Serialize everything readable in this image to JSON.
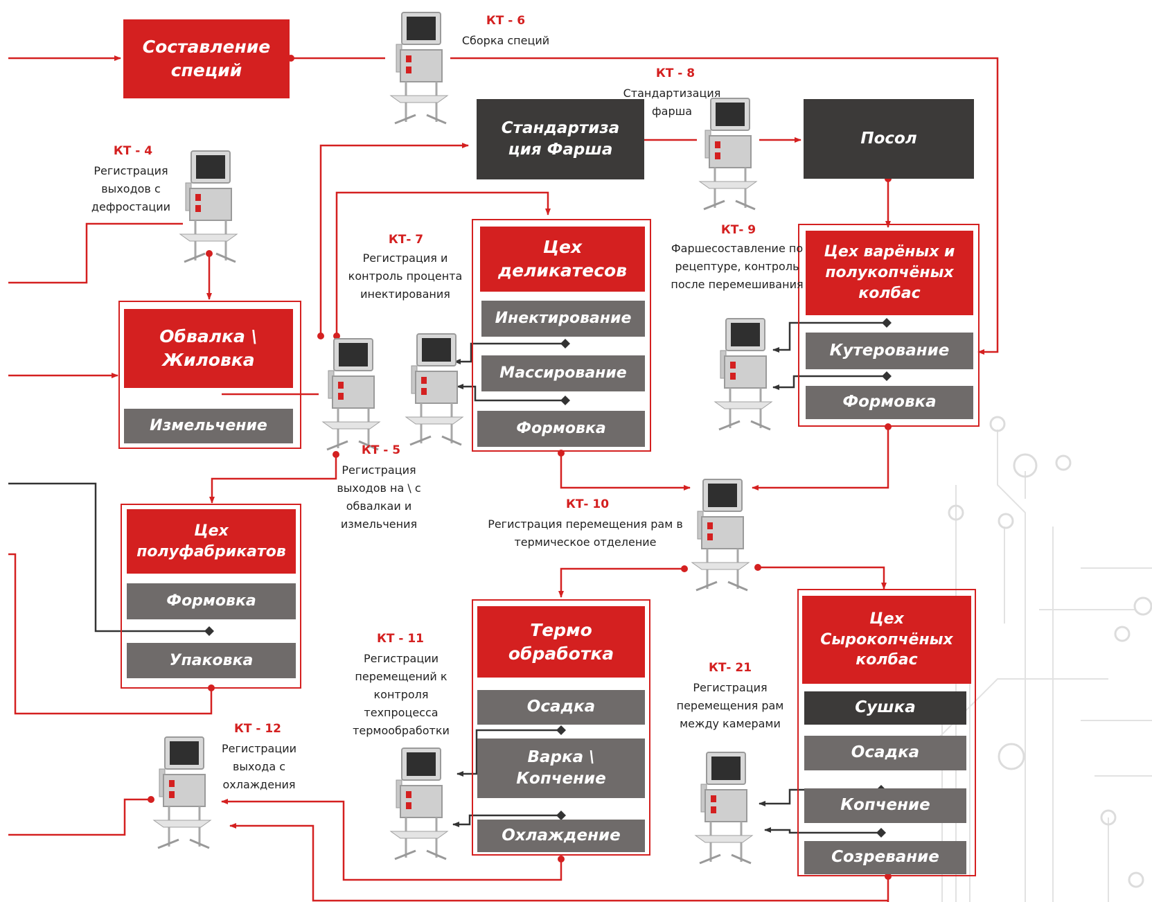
{
  "colors": {
    "accent": "#d42020",
    "dark": "#3c3a39",
    "gray": "#6f6b6a",
    "wire_dark": "#333333"
  },
  "icon": "registration-terminal-icon",
  "top_boxes": {
    "spices": "Составление специй",
    "standardization": "Стандартиза ция Фарша",
    "salting": "Посол"
  },
  "shops": {
    "deboning": {
      "title": "Обвалка \\ Жиловка",
      "ops": [
        "Измельчение"
      ]
    },
    "delicacies": {
      "title": "Цех деликатесов",
      "ops": [
        "Инектирование",
        "Массирование",
        "Формовка"
      ]
    },
    "boiled": {
      "title": "Цех варёных и полукопчёных колбас",
      "ops": [
        "Кутерование",
        "Формовка"
      ]
    },
    "semi": {
      "title": "Цех полуфабрикатов",
      "ops": [
        "Формовка",
        "Упаковка"
      ]
    },
    "thermo": {
      "title": "Термо обработка",
      "ops": [
        "Осадка",
        "Варка \\ Копчение",
        "Охлаждение"
      ]
    },
    "raw_smoked": {
      "title": "Цех Сырокопчёных колбас",
      "ops": [
        "Сушка",
        "Осадка",
        "Копчение",
        "Созревание"
      ]
    }
  },
  "checkpoints": {
    "kt4": {
      "code": "КТ - 4",
      "text": "Регистрация выходов с дефростации"
    },
    "kt5": {
      "code": "КТ - 5",
      "text": "Регистрация выходов на \\ с обвалкаи и измельчения"
    },
    "kt6": {
      "code": "КТ - 6",
      "text": "Сборка специй"
    },
    "kt7": {
      "code": "КТ- 7",
      "text": "Регистрация и контроль процента инектирования"
    },
    "kt8": {
      "code": "КТ - 8",
      "text": "Стандартизация фарша"
    },
    "kt9": {
      "code": "КТ- 9",
      "text": "Фаршесоставление по рецептуре, контроль после перемешивания"
    },
    "kt10": {
      "code": "КТ- 10",
      "text": "Регистрация перемещения рам в термическое отделение"
    },
    "kt11": {
      "code": "КТ - 11",
      "text": "Регистрации перемещений к контроля техпроцесса термообработки"
    },
    "kt12": {
      "code": "КТ - 12",
      "text": "Регистрации выхода с охлаждения"
    },
    "kt21": {
      "code": "КТ- 21",
      "text": "Регистрация перемещения рам между камерами"
    }
  }
}
